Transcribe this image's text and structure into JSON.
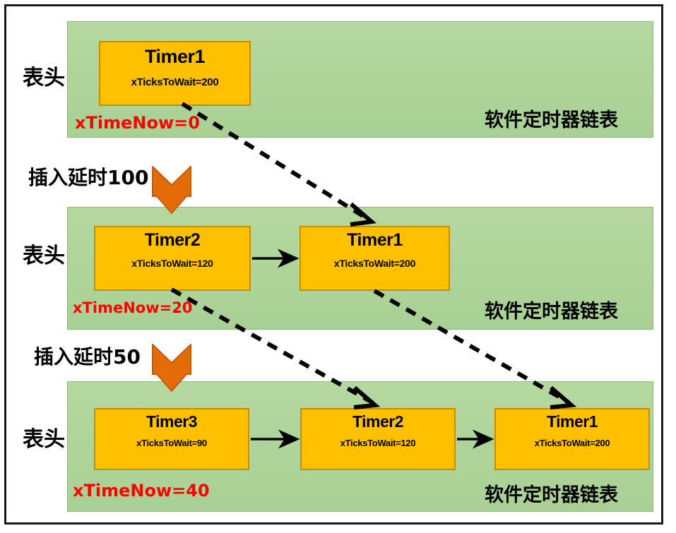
{
  "diagram": {
    "title": "FreeRTOS software timer list insertion sequence",
    "colors": {
      "panel_green": "#AED49A",
      "node_orange": "#FFC000",
      "node_border": "#BF9000",
      "accent_red": "#FF0000",
      "arrow_orange": "#E36C09",
      "frame_black": "#1A1A1A"
    }
  },
  "rows": [
    {
      "head_label": "表头",
      "list_label": "软件定时器链表",
      "time_now": "xTimeNow=0",
      "insert_label": null,
      "nodes": [
        {
          "name": "Timer1",
          "ticks": "xTicksToWait=200"
        }
      ]
    },
    {
      "head_label": "表头",
      "list_label": "软件定时器链表",
      "time_now": "xTimeNow=20",
      "insert_label": "插入延时100",
      "nodes": [
        {
          "name": "Timer2",
          "ticks": "xTicksToWait=120"
        },
        {
          "name": "Timer1",
          "ticks": "xTicksToWait=200"
        }
      ]
    },
    {
      "head_label": "表头",
      "list_label": "软件定时器链表",
      "time_now": "xTimeNow=40",
      "insert_label": "插入延时50",
      "nodes": [
        {
          "name": "Timer3",
          "ticks": "xTicksToWait=90"
        },
        {
          "name": "Timer2",
          "ticks": "xTicksToWait=120"
        },
        {
          "name": "Timer1",
          "ticks": "xTicksToWait=200"
        }
      ]
    }
  ]
}
